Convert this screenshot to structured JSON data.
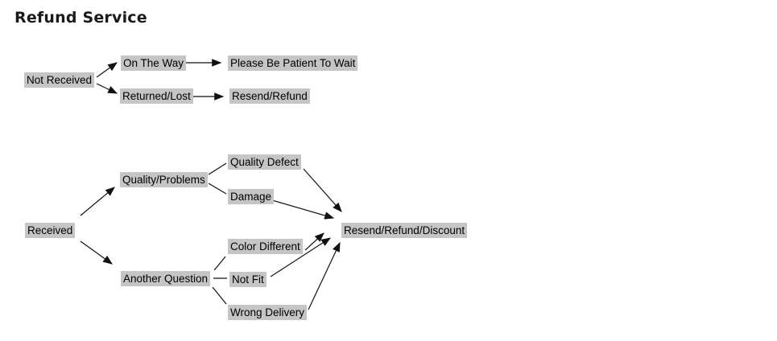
{
  "title": "Refund Service",
  "colors": {
    "node_background": "#c5c5c5",
    "line": "#111111",
    "text": "#000000",
    "title_text": "#1a1a1a"
  },
  "diagram": {
    "nodes": [
      {
        "id": "not-received",
        "label": "Not Received"
      },
      {
        "id": "on-the-way",
        "label": "On The Way"
      },
      {
        "id": "please-be-patient",
        "label": "Please Be Patient To Wait"
      },
      {
        "id": "returned-lost",
        "label": "Returned/Lost"
      },
      {
        "id": "resend-refund",
        "label": "Resend/Refund"
      },
      {
        "id": "received",
        "label": "Received"
      },
      {
        "id": "quality-problems",
        "label": "Quality/Problems"
      },
      {
        "id": "quality-defect",
        "label": "Quality Defect"
      },
      {
        "id": "damage",
        "label": "Damage"
      },
      {
        "id": "another-question",
        "label": "Another Question"
      },
      {
        "id": "color-different",
        "label": "Color Different"
      },
      {
        "id": "not-fit",
        "label": "Not Fit"
      },
      {
        "id": "wrong-delivery",
        "label": "Wrong Delivery"
      },
      {
        "id": "resend-refund-discount",
        "label": "Resend/Refund/Discount"
      }
    ],
    "edges": [
      {
        "from": "Not Received",
        "to": "On The Way",
        "arrow": true
      },
      {
        "from": "Not Received",
        "to": "Returned/Lost",
        "arrow": true
      },
      {
        "from": "On The Way",
        "to": "Please Be Patient To Wait",
        "arrow": true
      },
      {
        "from": "Returned/Lost",
        "to": "Resend/Refund",
        "arrow": true
      },
      {
        "from": "Received",
        "to": "Quality/Problems",
        "arrow": true
      },
      {
        "from": "Received",
        "to": "Another Question",
        "arrow": true
      },
      {
        "from": "Quality/Problems",
        "to": "Quality Defect",
        "arrow": false
      },
      {
        "from": "Quality/Problems",
        "to": "Damage",
        "arrow": false
      },
      {
        "from": "Another Question",
        "to": "Color Different",
        "arrow": false
      },
      {
        "from": "Another Question",
        "to": "Not Fit",
        "arrow": false
      },
      {
        "from": "Another Question",
        "to": "Wrong Delivery",
        "arrow": false
      },
      {
        "from": "Quality Defect",
        "to": "Resend/Refund/Discount",
        "arrow": true
      },
      {
        "from": "Damage",
        "to": "Resend/Refund/Discount",
        "arrow": true
      },
      {
        "from": "Color Different",
        "to": "Resend/Refund/Discount",
        "arrow": true
      },
      {
        "from": "Not Fit",
        "to": "Resend/Refund/Discount",
        "arrow": true
      },
      {
        "from": "Wrong Delivery",
        "to": "Resend/Refund/Discount",
        "arrow": true
      }
    ]
  }
}
